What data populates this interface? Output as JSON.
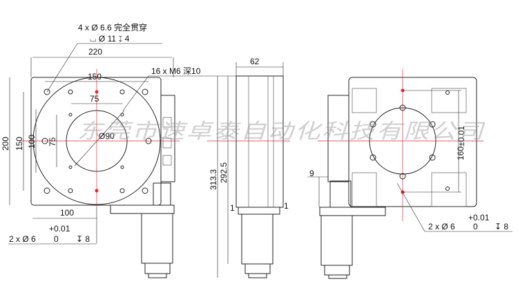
{
  "drawing": {
    "front_view": {
      "callout_holes": {
        "line1": "4 x Ø 6.6 完全贯穿",
        "line2": "⌴ Ø 11 ↧ 4"
      },
      "width_dim": "220",
      "hole_spacing_dim": "150",
      "inner_spacing_dim": "75",
      "tapped_holes": "16 x  M6 深10",
      "bore_dim": "Ø90",
      "height_dim": "200",
      "height_spacing_dim": "150",
      "height_inner_dim": "100",
      "height_inner2_dim": "75",
      "bottom_dim": "100",
      "pin_holes": {
        "tolerance": "+0.01",
        "main": "2 x Ø 6",
        "lower": "0",
        "depth": "↧ 8"
      }
    },
    "side_view": {
      "width_dim": "62",
      "total_height_dim": "313.3",
      "height_dim": "292.5",
      "left_gap": "1",
      "right_gap": "1"
    },
    "rear_view": {
      "offset_dim": "9",
      "pin_spacing_dim": "160",
      "pin_spacing_tol": "±0.01",
      "pin_holes": {
        "tolerance": "+0.01",
        "main": "2 x Ø 6",
        "lower": "0",
        "depth": "↧ 8"
      }
    },
    "watermark": "东莞市速卓泰自动化科技有限公司"
  },
  "colors": {
    "line": "#222222",
    "centerline": "#e22233",
    "watermark": "#969696"
  }
}
